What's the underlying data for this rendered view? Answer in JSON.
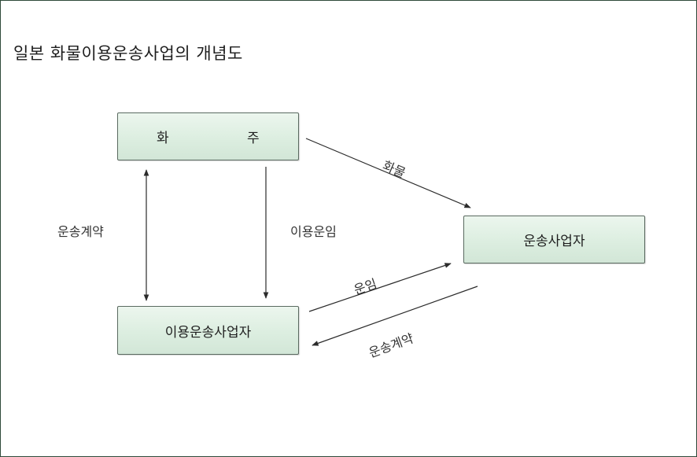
{
  "title": "일본 화물이용운송사업의 개념도",
  "nodes": {
    "shipper": {
      "char1": "화",
      "char2": "주"
    },
    "carrier": {
      "label": "운송사업자"
    },
    "forwarder": {
      "label": "이용운송사업자"
    }
  },
  "edges": {
    "cargo": "화물",
    "contract_left": "운송계약",
    "fare_use": "이용운임",
    "fare": "운임",
    "contract_right": "운송계약"
  },
  "colors": {
    "border": "#2e4a3a",
    "node_fill": "#dceee0",
    "arrow": "#2b2b2b"
  }
}
